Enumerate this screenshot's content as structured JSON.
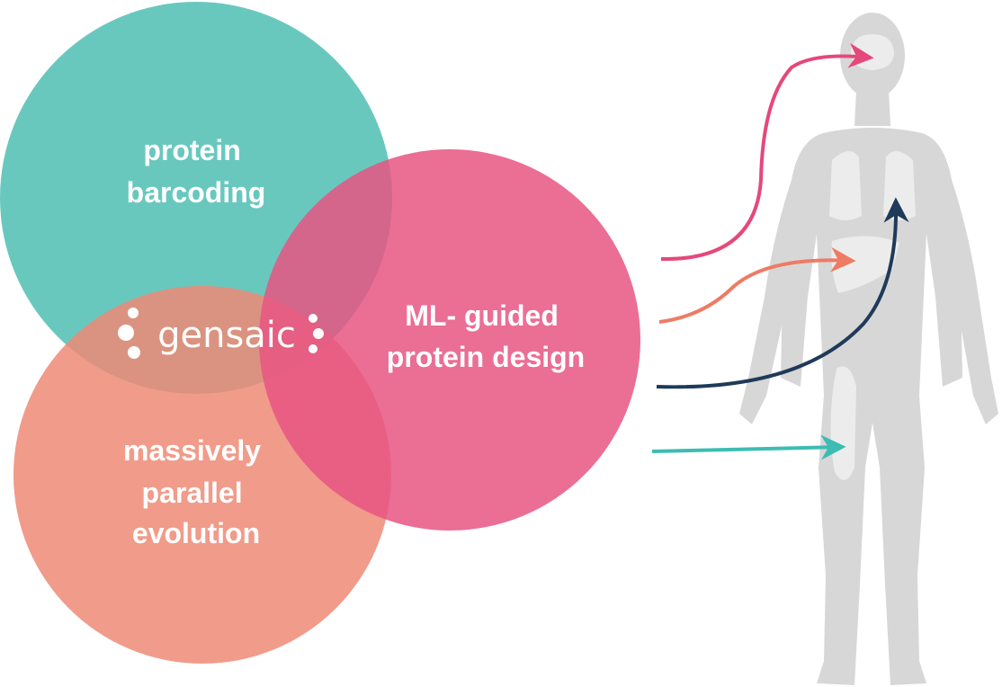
{
  "circles": {
    "protein_barcoding": {
      "line1": "protein",
      "line2": "barcoding"
    },
    "ml_guided": {
      "line1": "ML- guided",
      "line2": "protein design"
    },
    "massively_parallel": {
      "line1": "massively",
      "line2": "parallel",
      "line3": "evolution"
    }
  },
  "logo": {
    "text": "gensaic"
  },
  "colors": {
    "teal": "#5cc3b9",
    "pink": "#e85582",
    "salmon": "#ef8a76",
    "navy": "#1f3a5a",
    "body": "#d7d7d7"
  },
  "arrows": [
    {
      "target": "brain",
      "color": "#e5487a"
    },
    {
      "target": "liver",
      "color": "#ee7b64"
    },
    {
      "target": "lung",
      "color": "#1f3a5a"
    },
    {
      "target": "leg-muscle",
      "color": "#3dbcb3"
    }
  ]
}
